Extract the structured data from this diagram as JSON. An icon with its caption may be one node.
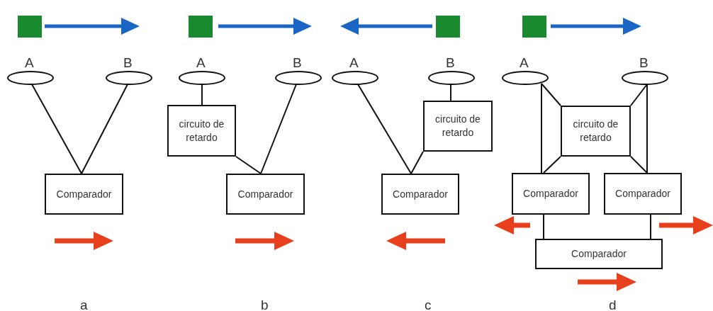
{
  "diagram": {
    "nodes": [
      {
        "text": [
          "A"
        ]
      },
      {
        "text": [
          "B"
        ]
      },
      {
        "text": [
          "Comparador"
        ]
      },
      {
        "text": [
          "A"
        ]
      },
      {
        "text": [
          "B"
        ]
      },
      {
        "text": [
          "circuito de retardo"
        ]
      },
      {
        "text": [
          "Comparador"
        ]
      },
      {
        "text": [
          "A"
        ]
      },
      {
        "text": [
          "B"
        ]
      },
      {
        "text": [
          "circuito de retardo"
        ]
      },
      {
        "text": [
          "Comparador"
        ]
      },
      {
        "text": [
          "A"
        ]
      },
      {
        "text": [
          "B"
        ]
      },
      {
        "text": [
          "circuito de retardo"
        ]
      },
      {
        "text": [
          "Comparador"
        ]
      },
      {
        "text": [
          "Comparador"
        ]
      },
      {
        "text": [
          "Comparador"
        ]
      }
    ],
    "edges": [
      {
        "from": 0,
        "to": 2,
        "arrow": "none"
      },
      {
        "from": 1,
        "to": 2,
        "arrow": "none"
      },
      {
        "from": 3,
        "to": 5,
        "arrow": "none"
      },
      {
        "from": 5,
        "to": 6,
        "arrow": "none"
      },
      {
        "from": 4,
        "to": 6,
        "arrow": "none"
      },
      {
        "from": 7,
        "to": 10,
        "arrow": "none"
      },
      {
        "from": 8,
        "to": 9,
        "arrow": "none"
      },
      {
        "from": 9,
        "to": 10,
        "arrow": "none"
      },
      {
        "from": 11,
        "to": 14,
        "arrow": "none"
      },
      {
        "from": 11,
        "to": 13,
        "arrow": "none"
      },
      {
        "from": 13,
        "to": 14,
        "arrow": "none"
      },
      {
        "from": 12,
        "to": 15,
        "arrow": "none"
      },
      {
        "from": 12,
        "to": 13,
        "arrow": "none"
      },
      {
        "from": 13,
        "to": 15,
        "arrow": "none"
      },
      {
        "from": 14,
        "to": 16,
        "arrow": "none"
      },
      {
        "from": 15,
        "to": 16,
        "arrow": "none"
      }
    ],
    "labels": [
      "a",
      "b",
      "c",
      "d"
    ]
  }
}
